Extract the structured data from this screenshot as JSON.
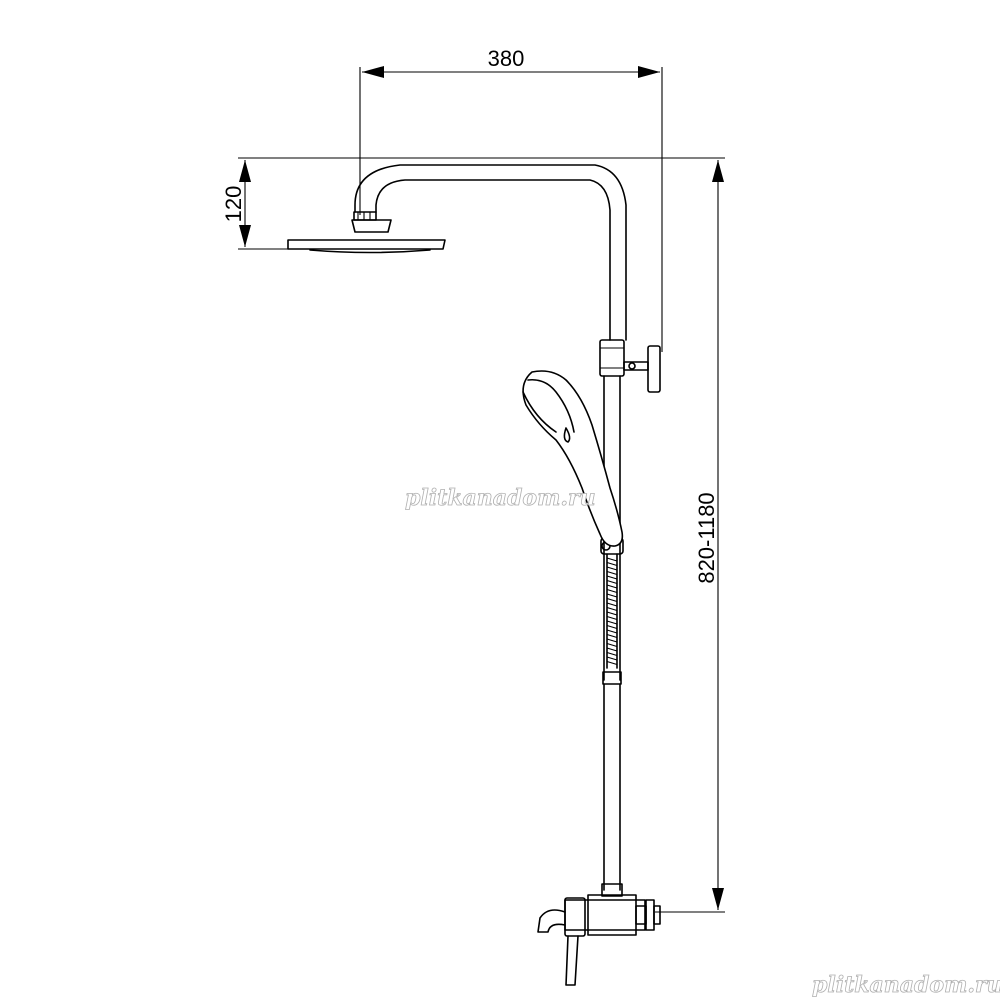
{
  "dimensions": {
    "width": "380",
    "head_height": "120",
    "height_range": "820-1180"
  },
  "watermark": {
    "center": "plitkanadom.ru",
    "corner": "plitkanadom.ru"
  }
}
